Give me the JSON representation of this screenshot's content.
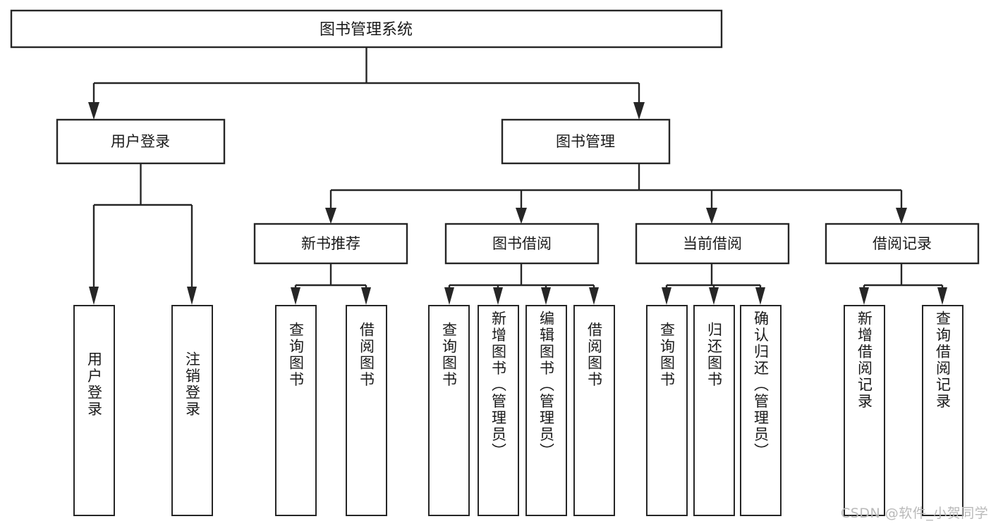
{
  "diagram": {
    "type": "tree",
    "title": "图书管理系统",
    "root": {
      "label": "图书管理系统"
    },
    "level2": [
      {
        "label": "用户登录"
      },
      {
        "label": "图书管理"
      }
    ],
    "level3": [
      {
        "label": "新书推荐"
      },
      {
        "label": "图书借阅"
      },
      {
        "label": "当前借阅"
      },
      {
        "label": "借阅记录"
      }
    ],
    "leaves": {
      "user_login": [
        {
          "label": "用户登录"
        },
        {
          "label": "注销登录"
        }
      ],
      "new_book_recommend": [
        {
          "label": "查询图书"
        },
        {
          "label": "借阅图书"
        }
      ],
      "book_borrow": [
        {
          "label": "查询图书"
        },
        {
          "label": "新增图书（管理员）"
        },
        {
          "label": "编辑图书（管理员）"
        },
        {
          "label": "借阅图书"
        }
      ],
      "current_borrow": [
        {
          "label": "查询图书"
        },
        {
          "label": "归还图书"
        },
        {
          "label": "确认归还（管理员）"
        }
      ],
      "borrow_record": [
        {
          "label": "新增借阅记录"
        },
        {
          "label": "查询借阅记录"
        }
      ]
    },
    "watermark": "CSDN @软件_小贺同学",
    "colors": {
      "stroke": "#262626",
      "box_fill": "#ffffff",
      "text": "#1a1a1a",
      "watermark": "#b9b9b9",
      "background": "#ffffff"
    }
  }
}
